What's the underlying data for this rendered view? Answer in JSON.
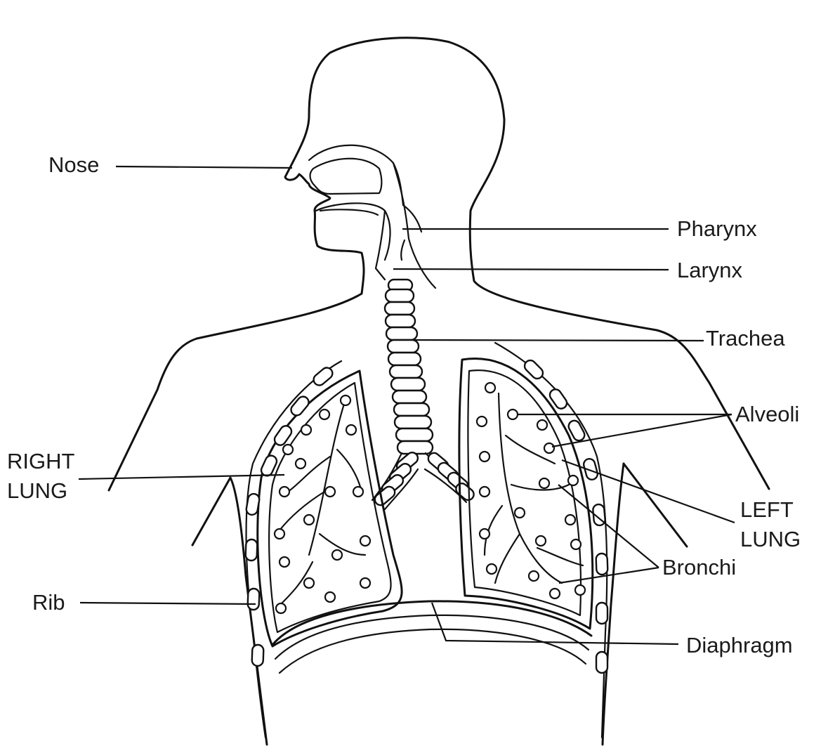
{
  "labels": {
    "nose": "Nose",
    "pharynx": "Pharynx",
    "larynx": "Larynx",
    "trachea": "Trachea",
    "alveoli": "Alveoli",
    "right_lung_line1": "RIGHT",
    "right_lung_line2": "LUNG",
    "left_lung_line1": "LEFT",
    "left_lung_line2": "LUNG",
    "bronchi": "Bronchi",
    "rib": "Rib",
    "diaphragm": "Diaphragm"
  },
  "colors": {
    "ink": "#111111",
    "background": "#ffffff"
  }
}
